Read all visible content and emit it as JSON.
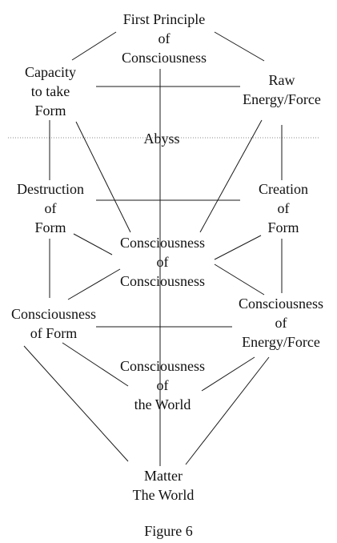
{
  "nodes": {
    "first_principle": [
      "First Principle",
      "of",
      "Consciousness"
    ],
    "capacity": [
      "Capacity",
      "to take",
      "Form"
    ],
    "raw_energy": [
      "Raw",
      "Energy/Force"
    ],
    "abyss": [
      "Abyss"
    ],
    "destruction": [
      "Destruction",
      "of",
      "Form"
    ],
    "creation": [
      "Creation",
      "of",
      "Form"
    ],
    "cons_of_cons": [
      "Consciousness",
      "of",
      "Consciousness"
    ],
    "cons_of_form": [
      "Consciousness",
      "of Form"
    ],
    "cons_of_energy": [
      "Consciousness",
      "of",
      "Energy/Force"
    ],
    "cons_of_world": [
      "Consciousness",
      "of",
      "the World"
    ],
    "matter": [
      "Matter",
      "The World"
    ]
  },
  "caption": "Figure 6"
}
